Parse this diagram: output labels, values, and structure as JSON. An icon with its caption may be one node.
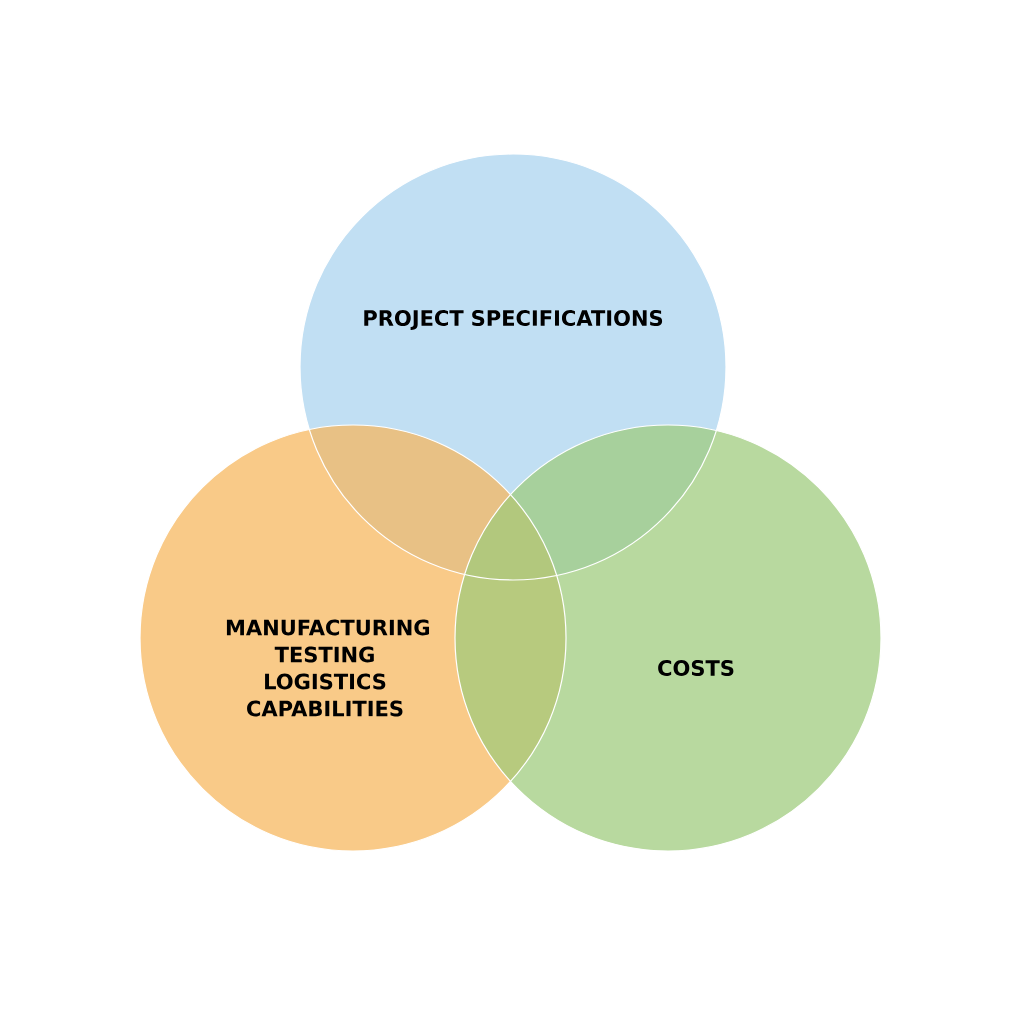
{
  "diagram": {
    "nodes": [
      {
        "text": [
          "PROJECT SPECIFICATIONS"
        ]
      },
      {
        "text": [
          "MANUFACTURING TESTING LOGISTICS CAPABILITIES"
        ]
      },
      {
        "text": [
          "COSTS"
        ]
      }
    ]
  }
}
